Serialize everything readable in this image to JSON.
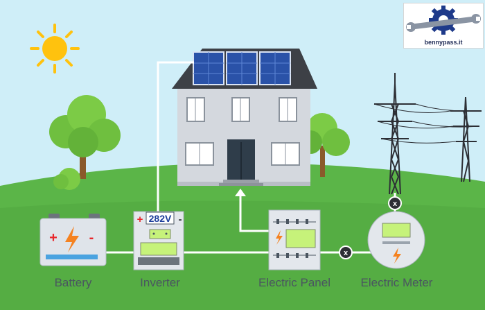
{
  "logo": {
    "text": "bennypass.it"
  },
  "inverter": {
    "voltage": "282V",
    "plus": "+",
    "minus": "-"
  },
  "battery": {
    "plus": "+",
    "minus": "-"
  },
  "labels": {
    "battery": "Battery",
    "inverter": "Inverter",
    "panel": "Electric Panel",
    "meter": "Electric Meter"
  },
  "breakers": {
    "symbol": "x"
  },
  "colors": {
    "sky": "#cfeef8",
    "grass": "#5bb548",
    "grass_dark": "#3f9a35",
    "wire": "#ffffff",
    "sun": "#ffc20e",
    "accent_red": "#e8262b",
    "accent_orange": "#f58220",
    "screen_green": "#c6f27a",
    "label_gray": "#4a5560"
  }
}
